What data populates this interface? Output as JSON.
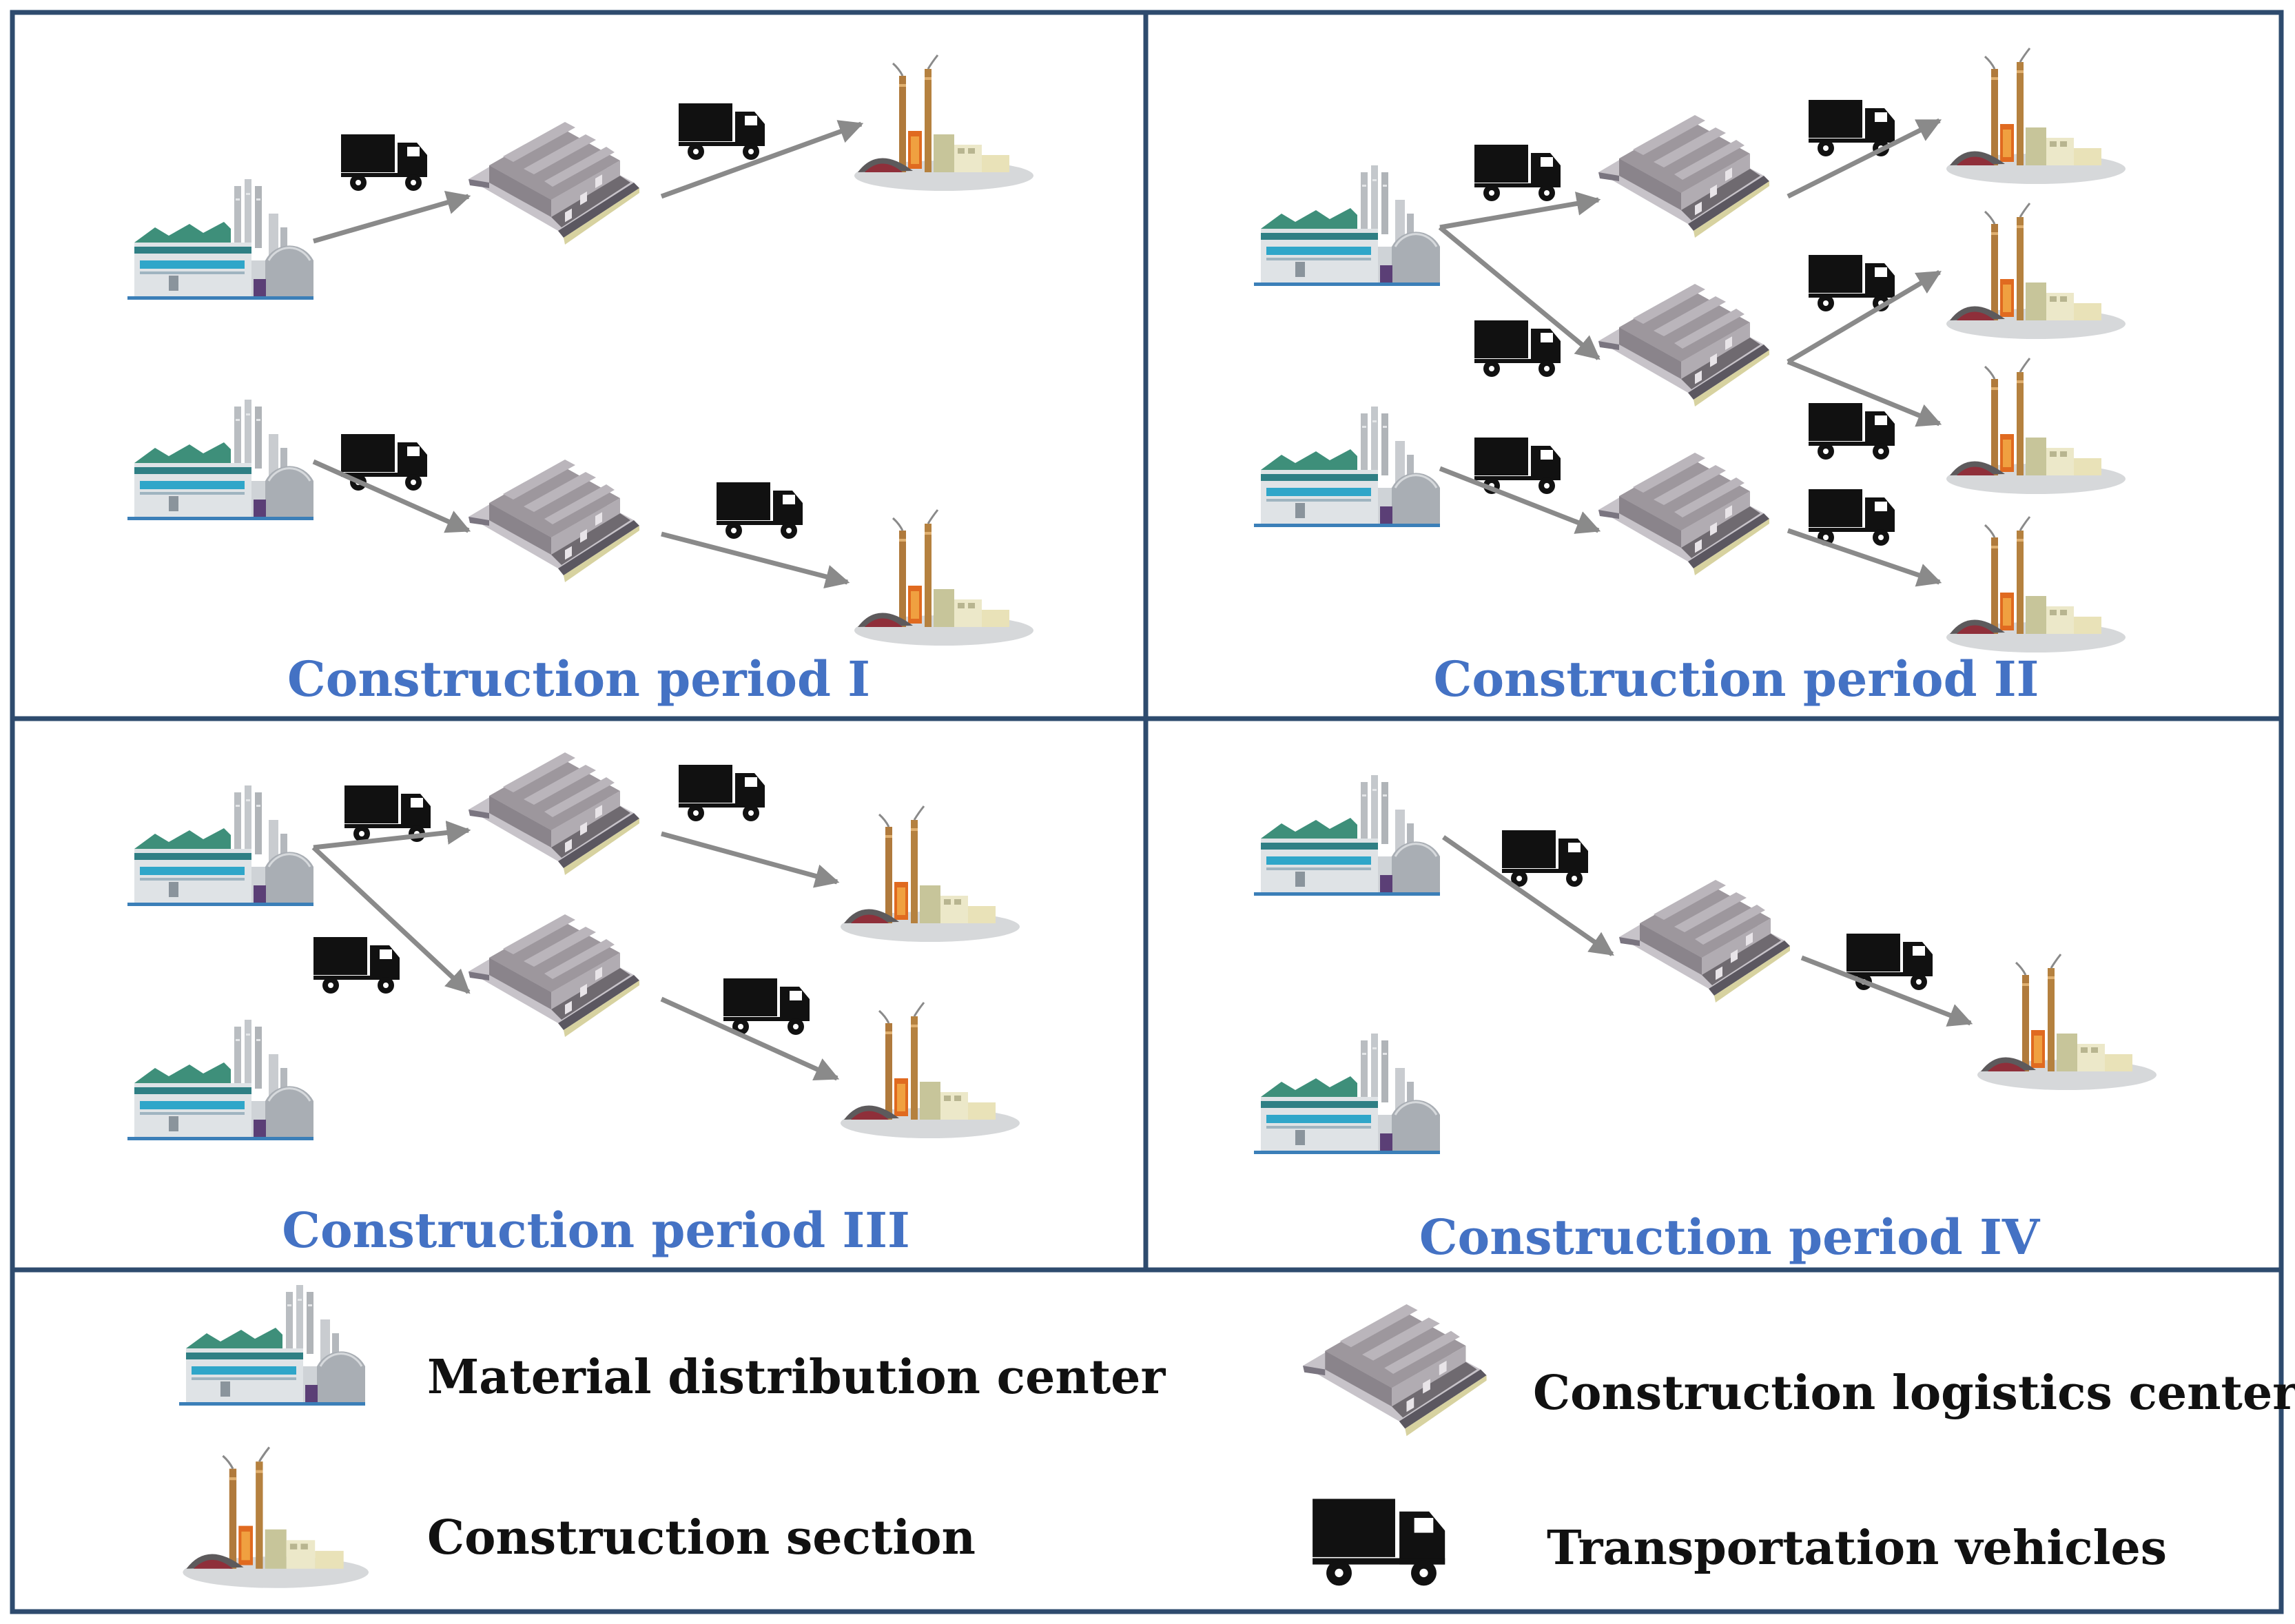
{
  "periods": [
    {
      "id": "I",
      "title": "Construction period I"
    },
    {
      "id": "II",
      "title": "Construction period II"
    },
    {
      "id": "III",
      "title": "Construction period III"
    },
    {
      "id": "IV",
      "title": "Construction period IV"
    }
  ],
  "legend": {
    "material_distribution_center": {
      "label": "Material distribution center",
      "icon": "factory-icon"
    },
    "construction_logistics_center": {
      "label": "Construction logistics center",
      "icon": "warehouse-icon"
    },
    "construction_section": {
      "label": "Construction section",
      "icon": "construction-site-icon"
    },
    "transportation_vehicles": {
      "label": "Transportation vehicles",
      "icon": "truck-icon"
    }
  },
  "colors": {
    "title_blue": "#4472c4",
    "frame": "#2e4b6e",
    "arrow": "#8a8a8a",
    "truck": "#111111"
  }
}
